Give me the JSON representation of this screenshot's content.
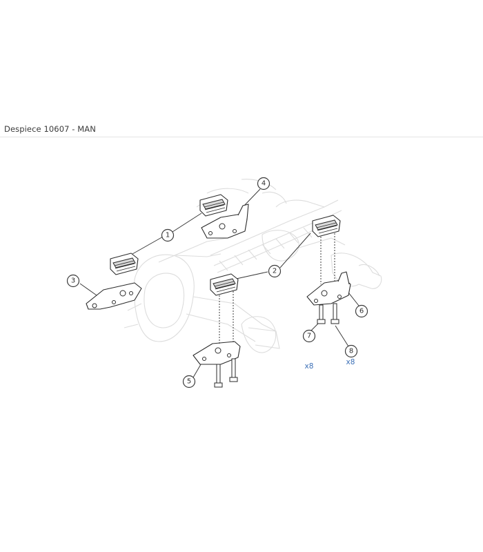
{
  "header": {
    "title": "Despiece 10607 - MAN"
  },
  "callouts": [
    {
      "id": "1",
      "number": "1"
    },
    {
      "id": "2",
      "number": "2"
    },
    {
      "id": "3",
      "number": "3"
    },
    {
      "id": "4",
      "number": "4"
    },
    {
      "id": "5",
      "number": "5"
    },
    {
      "id": "6",
      "number": "6"
    },
    {
      "id": "7",
      "number": "7",
      "quantity": "x8"
    },
    {
      "id": "8",
      "number": "8",
      "quantity": "x8"
    }
  ],
  "colors": {
    "quantity_text": "#3b6fb6",
    "ghost_lines": "#dcdcdc",
    "part_lines": "#2a2a2a"
  }
}
